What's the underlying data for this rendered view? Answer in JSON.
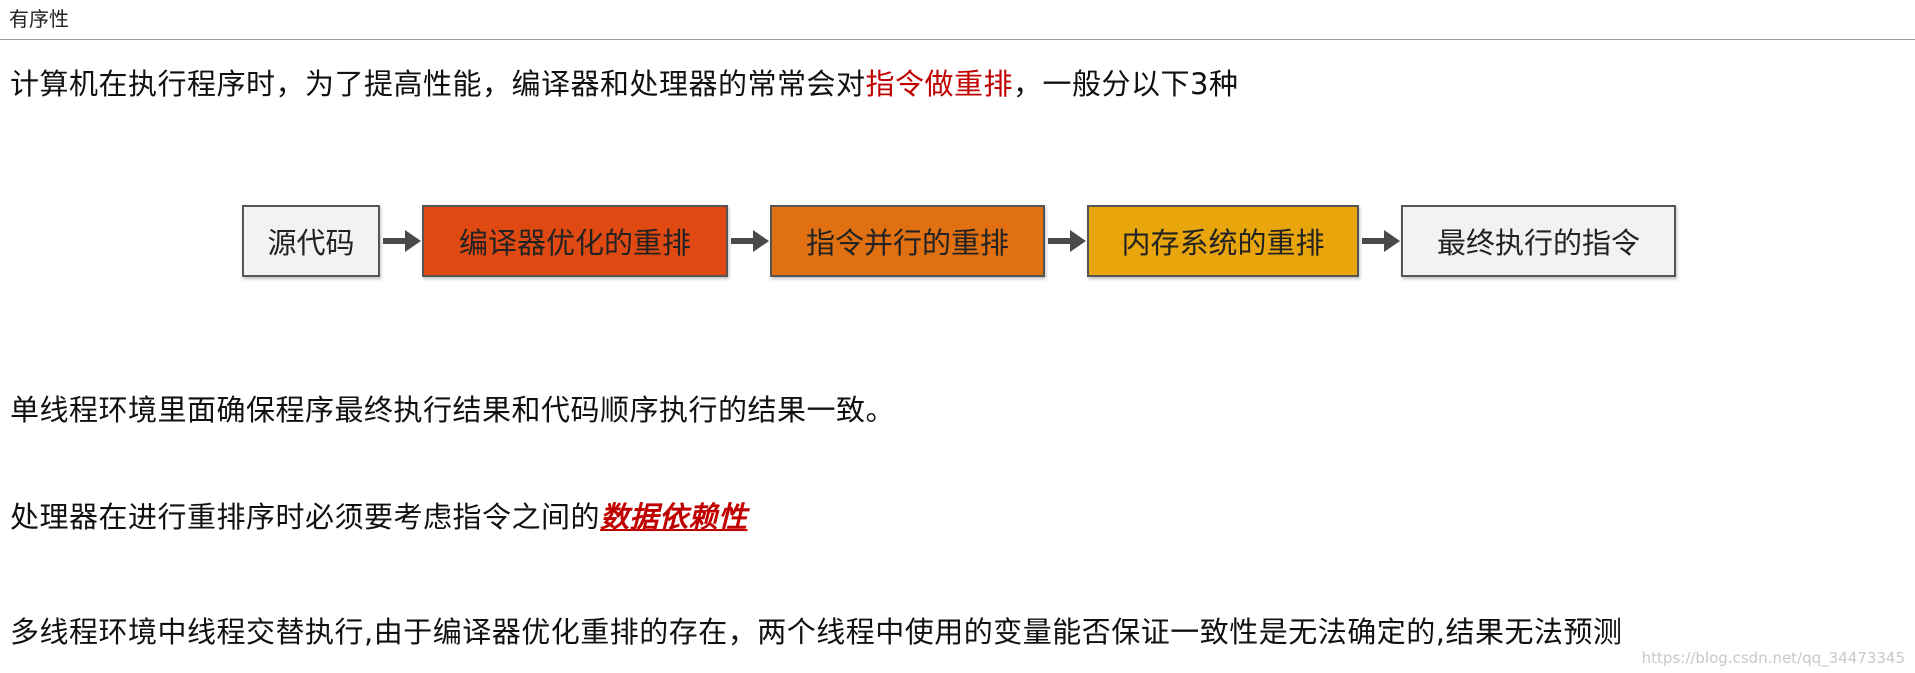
{
  "header": {
    "title": "有序性"
  },
  "intro": {
    "before": "计算机在执行程序时，为了提高性能，编译器和处理器的常常会对",
    "highlight": "指令做重排",
    "after": "，一般分以下3种"
  },
  "flow": {
    "steps": [
      {
        "label": "源代码",
        "color": "#f2f2f2"
      },
      {
        "label": "编译器优化的重排",
        "color": "#e04a12"
      },
      {
        "label": "指令并行的重排",
        "color": "#e07012"
      },
      {
        "label": "内存系统的重排",
        "color": "#e8a60c"
      },
      {
        "label": "最终执行的指令",
        "color": "#f2f2f2"
      }
    ]
  },
  "paragraphs": {
    "single_thread": "单线程环境里面确保程序最终执行结果和代码顺序执行的结果一致。",
    "processor_before": "处理器在进行重排序时必须要考虑指令之间的",
    "processor_highlight": "数据依赖性",
    "multi_thread": "多线程环境中线程交替执行,由于编译器优化重排的存在，两个线程中使用的变量能否保证一致性是无法确定的,结果无法预测"
  },
  "watermark": "https://blog.csdn.net/qq_34473345"
}
